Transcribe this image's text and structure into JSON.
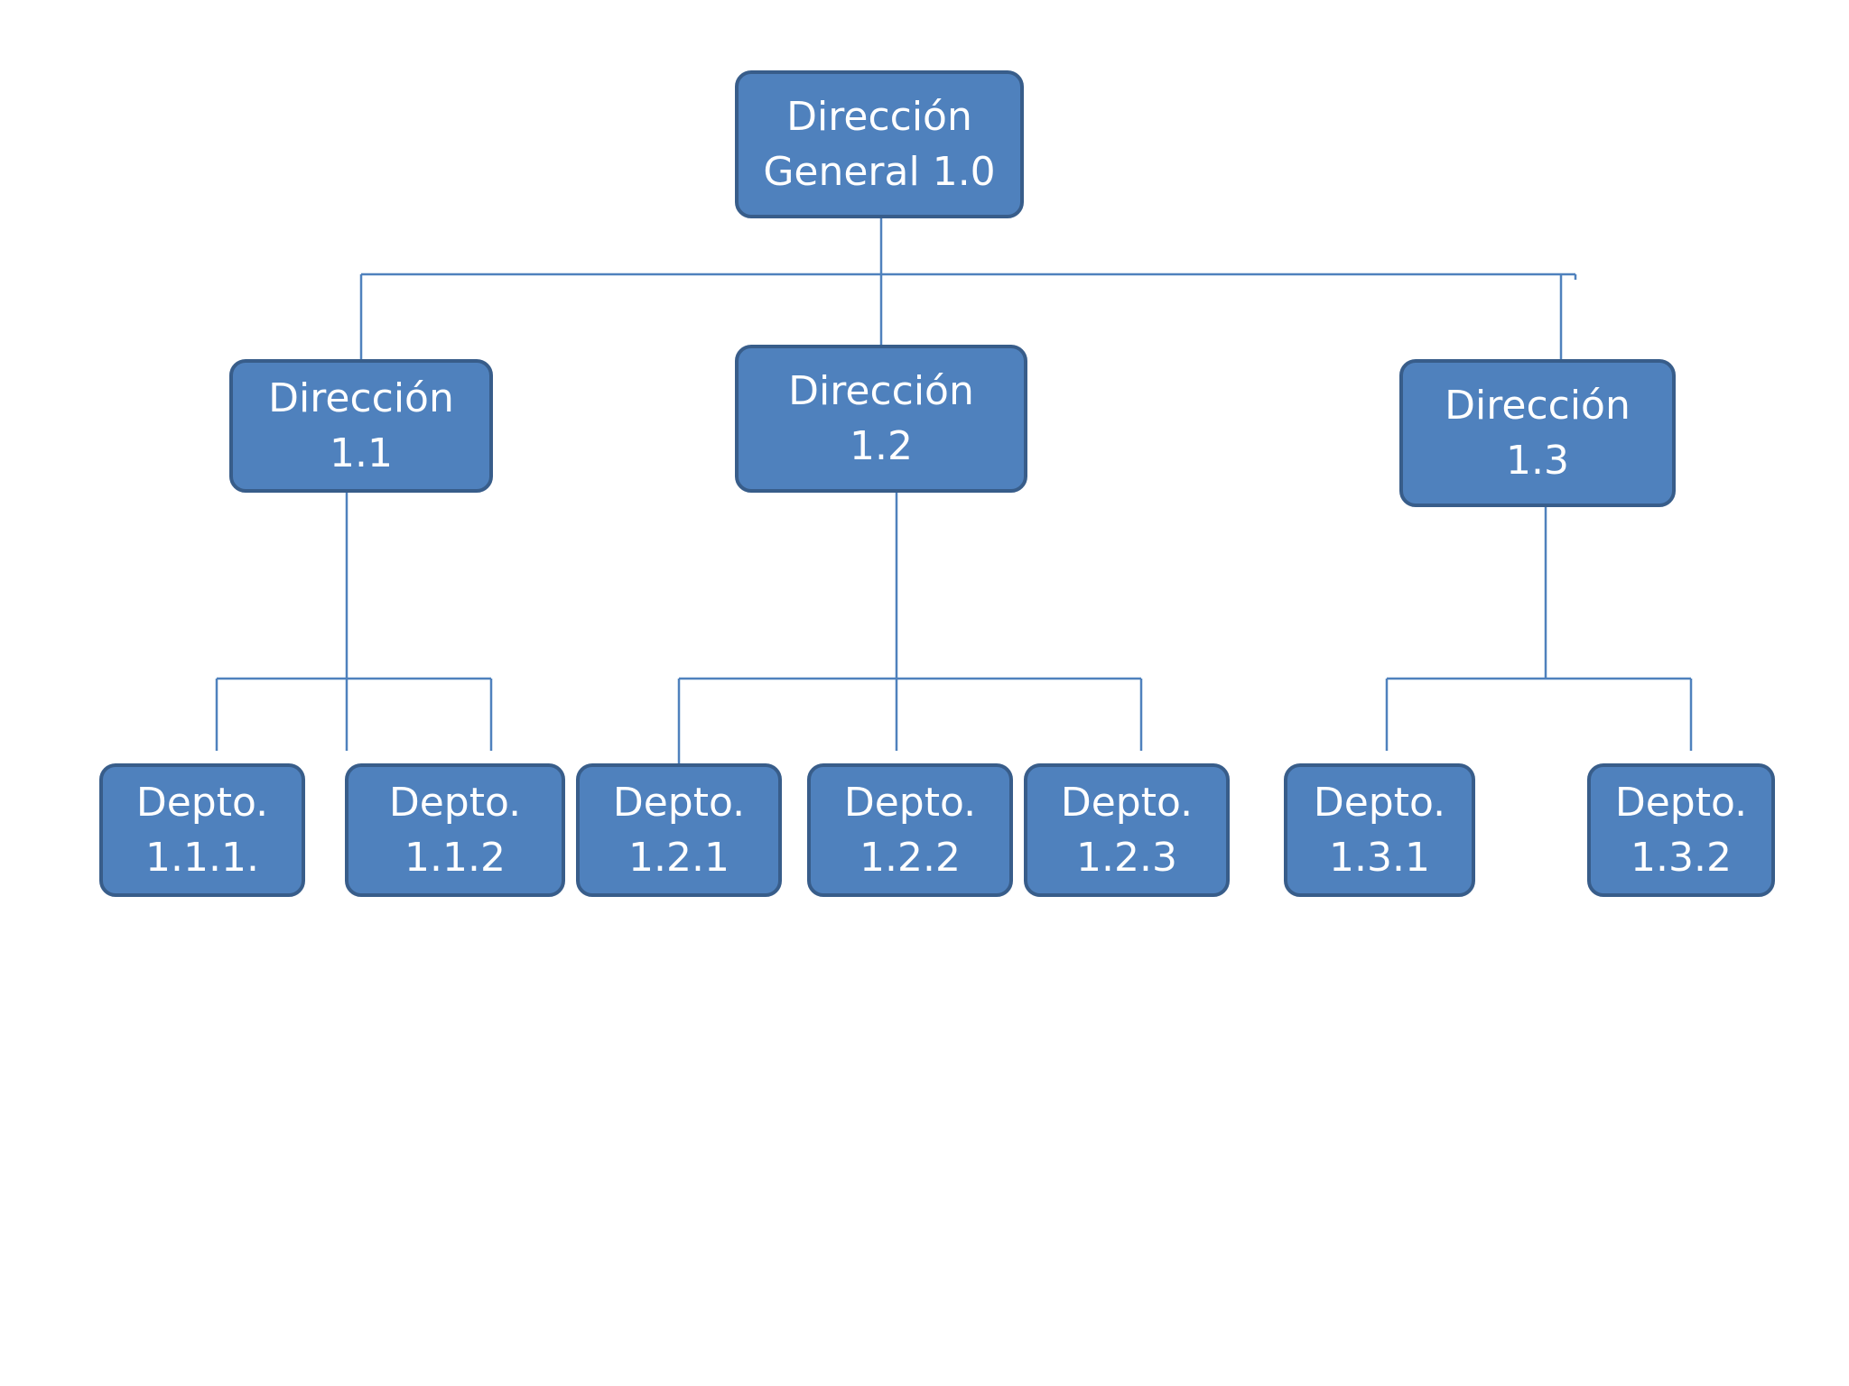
{
  "colors": {
    "box_fill": "#4f81bd",
    "box_border": "#385d8a",
    "connector": "#4f81bd",
    "text": "#ffffff",
    "background": "#ffffff"
  },
  "org_chart": {
    "root": {
      "line1": "Dirección",
      "line2": "General 1.0"
    },
    "directions": [
      {
        "line1": "Dirección",
        "line2": "1.1"
      },
      {
        "line1": "Dirección",
        "line2": "1.2"
      },
      {
        "line1": "Dirección",
        "line2": "1.3"
      }
    ],
    "departments": [
      {
        "line1": "Depto.",
        "line2": "1.1.1."
      },
      {
        "line1": "Depto.",
        "line2": "1.1.2"
      },
      {
        "line1": "Depto.",
        "line2": "1.2.1"
      },
      {
        "line1": "Depto.",
        "line2": "1.2.2"
      },
      {
        "line1": "Depto.",
        "line2": "1.2.3"
      },
      {
        "line1": "Depto.",
        "line2": "1.3.1"
      },
      {
        "line1": "Depto.",
        "line2": "1.3.2"
      }
    ]
  }
}
